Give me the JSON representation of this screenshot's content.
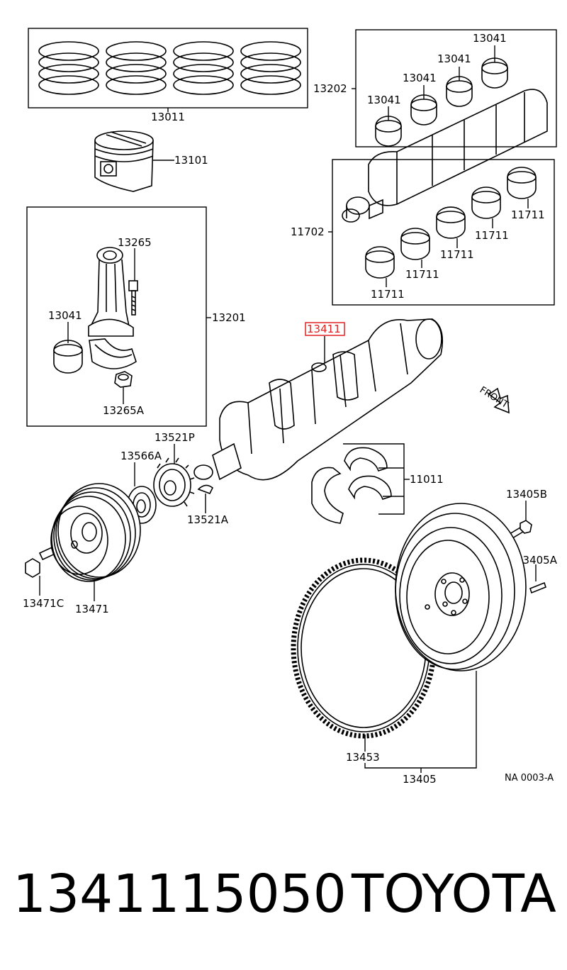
{
  "callouts": {
    "piston_rings": "13011",
    "piston": "13101",
    "conrod_bearing_set": "13202",
    "conrod_bearing": "13041",
    "main_bearing_set": "11702",
    "main_bearing": "11711",
    "conrod_assembly": "13201",
    "conrod_bolt": "13265",
    "conrod_nut": "13265A",
    "crankshaft": "13411",
    "thrust_washer": "11011",
    "timing_gear": "13521P",
    "gear_plate": "13566A",
    "key": "13521A",
    "pulley": "13471",
    "pulley_bolt": "13471C",
    "flywheel_bolt": "13405B",
    "dowel_pin": "13405A",
    "ring_gear": "13453",
    "flywheel": "13405"
  },
  "front_label": "FRONT",
  "diagram_code": "NA 0003-A",
  "part_number": "1341115050",
  "brand": "TOYOTA",
  "highlight_color": "#e02020"
}
